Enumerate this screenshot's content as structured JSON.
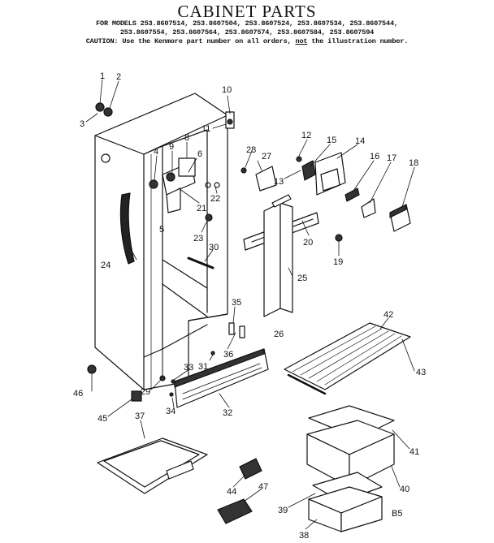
{
  "header": {
    "title": "CABINET PARTS",
    "models_line1": "FOR MODELS 253.8607514, 253.8607504, 253.8607524, 253.8607534, 253.8607544,",
    "models_line2": "253.8607554, 253.8607564, 253.8607574, 253.8607584, 253.8607594",
    "caution_pre": "CAUTION: Use the Kenmore part number on all orders, ",
    "caution_not": "not",
    "caution_post": " the illustration number."
  },
  "diagram_code": "B5",
  "callouts": [
    "1",
    "2",
    "3",
    "4",
    "5",
    "6",
    "8",
    "9",
    "10",
    "11",
    "12",
    "13",
    "14",
    "15",
    "16",
    "17",
    "18",
    "19",
    "20",
    "21",
    "22",
    "23",
    "24",
    "25",
    "26",
    "27",
    "28",
    "29",
    "30",
    "31",
    "32",
    "33",
    "34",
    "35",
    "36",
    "37",
    "38",
    "39",
    "40",
    "41",
    "42",
    "43",
    "44",
    "45",
    "46",
    "47"
  ]
}
